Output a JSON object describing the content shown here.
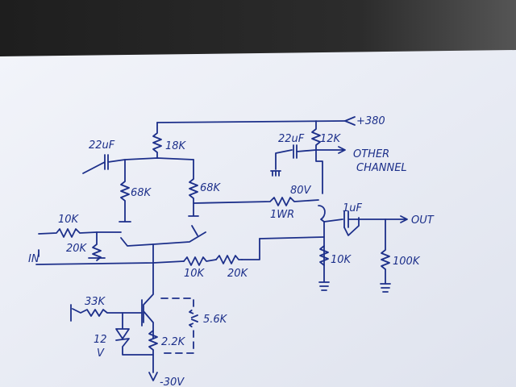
{
  "labels": {
    "cap_top_left": "22uF",
    "res_18k": "18K",
    "res_68k_left": "68K",
    "res_68k_right": "68K",
    "supply_pos": "+380",
    "cap_top_right": "22uF",
    "res_12k": "12K",
    "other_channel_1": "OTHER",
    "other_channel_2": "CHANNEL",
    "volts_80": "80V",
    "res_1w": "1WR",
    "cap_out": "1uF",
    "out": "OUT",
    "res_10k_in": "10K",
    "res_20k_in": "20K",
    "in": "IN",
    "res_10k_mid": "10K",
    "res_20k_mid": "20K",
    "res_10k_cathode": "10K",
    "res_100k_out": "100K",
    "res_33k": "33K",
    "zener_12": "12",
    "zener_v": "V",
    "res_22k": "2.2K",
    "res_56k": "5.6K",
    "supply_neg": "-30V"
  },
  "colors": {
    "paper": "#eef1f7",
    "ink": "#1c2f8a",
    "background": "#2a2a2a"
  }
}
